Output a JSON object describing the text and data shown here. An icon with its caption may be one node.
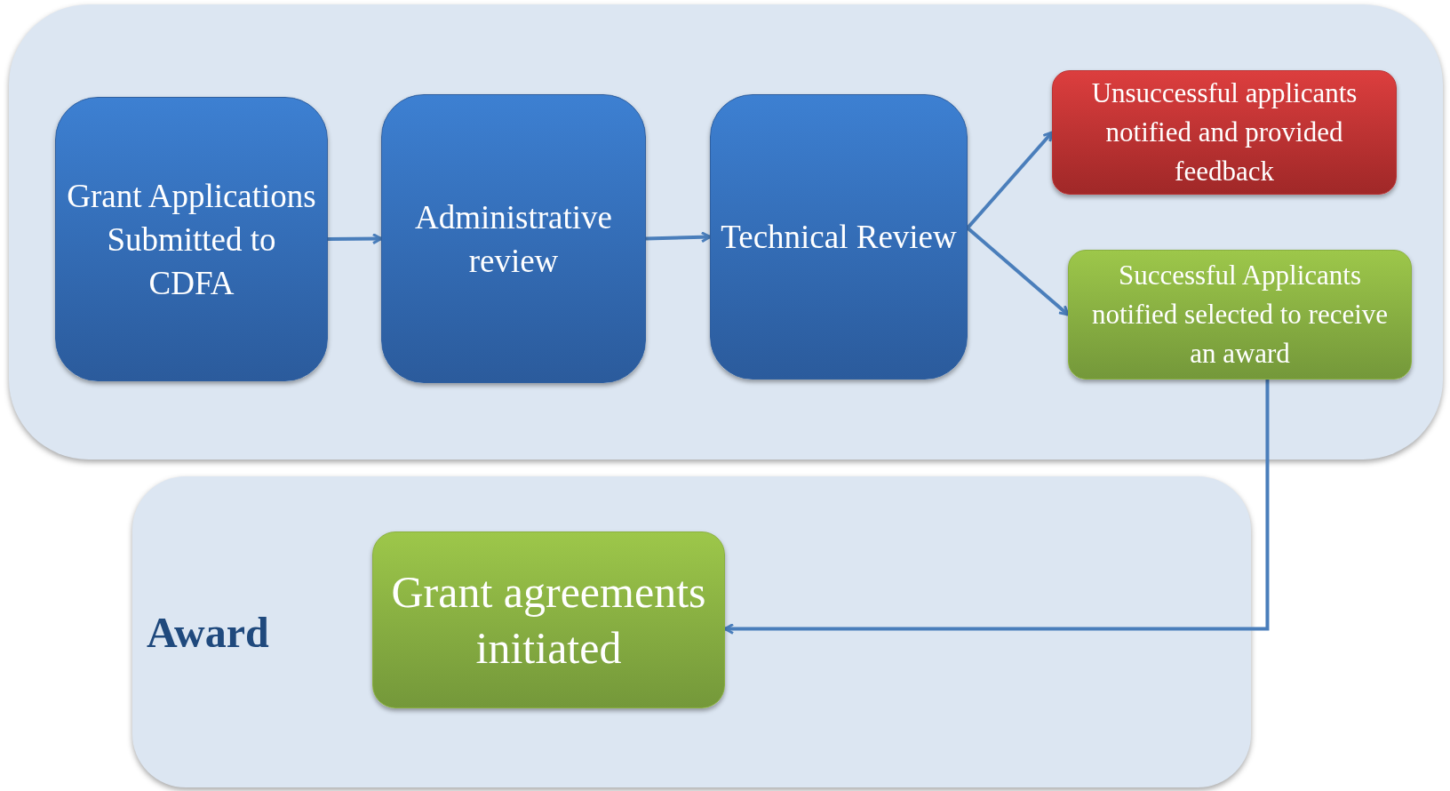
{
  "diagram": {
    "nodes": [
      {
        "text": [],
        "shape": "box"
      },
      {
        "text": [
          "Grant Applications Submitted to CDFA"
        ],
        "in": 0
      },
      {
        "text": [
          "Administrative review"
        ],
        "in": 0
      },
      {
        "text": [
          "Technical Review"
        ],
        "in": 0
      },
      {
        "text": [
          "Unsuccessful applicants notified and provided feedback"
        ],
        "in": 0
      },
      {
        "text": [
          "Successful Applicants notified selected to receive an award"
        ],
        "in": 0
      },
      {
        "text": [
          "Award"
        ]
      },
      {
        "text": [
          "Grant agreements initiated"
        ],
        "in": 6
      }
    ],
    "edges": [
      {
        "from": 1,
        "to": 2,
        "arrow": "to"
      },
      {
        "from": 2,
        "to": 3,
        "arrow": "to"
      },
      {
        "from": 3,
        "to": 4,
        "arrow": "to"
      },
      {
        "from": 3,
        "to": 5,
        "arrow": "to"
      },
      {
        "from": 5,
        "to": 7,
        "arrow": "to"
      }
    ]
  }
}
